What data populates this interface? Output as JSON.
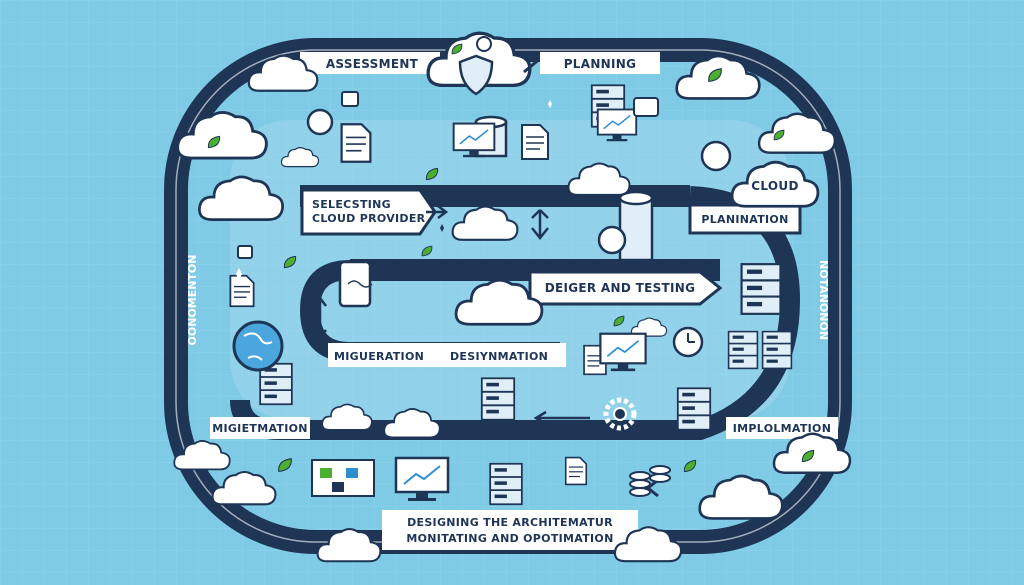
{
  "colors": {
    "background": "#7fcbe6",
    "track": "#1e3556",
    "cloud": "#ffffff",
    "accent_green": "#4caf2f",
    "device_fill": "#dfeef7"
  },
  "labels": {
    "assessment": "ASSESSMENT",
    "planning": "PLANNING",
    "cloud": "CLOUD",
    "selecting_line1": "SELECSTING",
    "selecting_line2": "CLOUD PROVIDER",
    "planination": "PLANINATION",
    "deiger_testing": "DEIGER AND TESTING",
    "left_vertical": "OONOMENTON",
    "right_vertical": "NOTANONON",
    "migueration": "MIGUERATION",
    "desiynmation": "DESIYNMATION",
    "migietmation": "MIGIETMATION",
    "implolmation": "IMPLOLMATION",
    "designing": "DESIGNING THE ARCHITEMATUR",
    "monitating": "MONITATING AND OPOTIMATION"
  },
  "icons": [
    "cloud-icon",
    "shield-icon",
    "server-icon",
    "document-icon",
    "laptop-icon",
    "globe-icon",
    "clock-icon",
    "gear-icon",
    "monitor-icon",
    "leaf-icon",
    "tablet-icon",
    "chat-bubble-icon",
    "database-icon",
    "arrow-icon"
  ]
}
